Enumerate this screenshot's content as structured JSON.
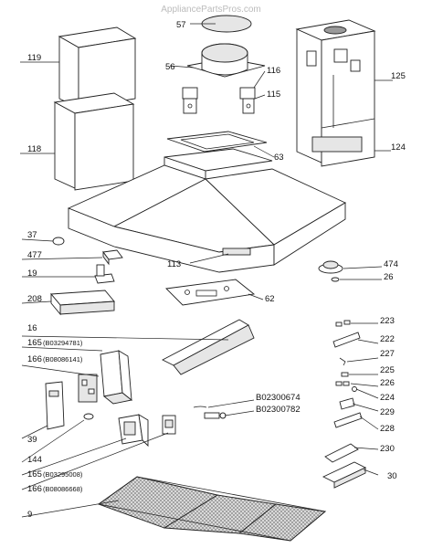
{
  "watermark": "AppliancePartsPros.com",
  "labels": {
    "l57": "57",
    "l56": "56",
    "l116": "116",
    "l115": "115",
    "l119": "119",
    "l125": "125",
    "l118": "118",
    "l63": "63",
    "l124": "124",
    "l37": "37",
    "l477": "477",
    "l113": "113",
    "l474": "474",
    "l19": "19",
    "l26": "26",
    "l208": "208",
    "l62": "62",
    "l16": "16",
    "l223": "223",
    "l165a": "165",
    "l165a_code": "(B03294781)",
    "l166a": "166",
    "l166a_code": "(B08086141)",
    "l222": "222",
    "l227": "227",
    "l225": "225",
    "l226": "226",
    "l224": "224",
    "l229": "229",
    "l228": "228",
    "l39": "39",
    "lb674": "B02300674",
    "lb782": "B02300782",
    "l144": "144",
    "l230": "230",
    "l165b": "165",
    "l165b_code": "(B03295008)",
    "l30": "30",
    "l166b": "166",
    "l166b_code": "(B08086668)",
    "l9": "9"
  }
}
